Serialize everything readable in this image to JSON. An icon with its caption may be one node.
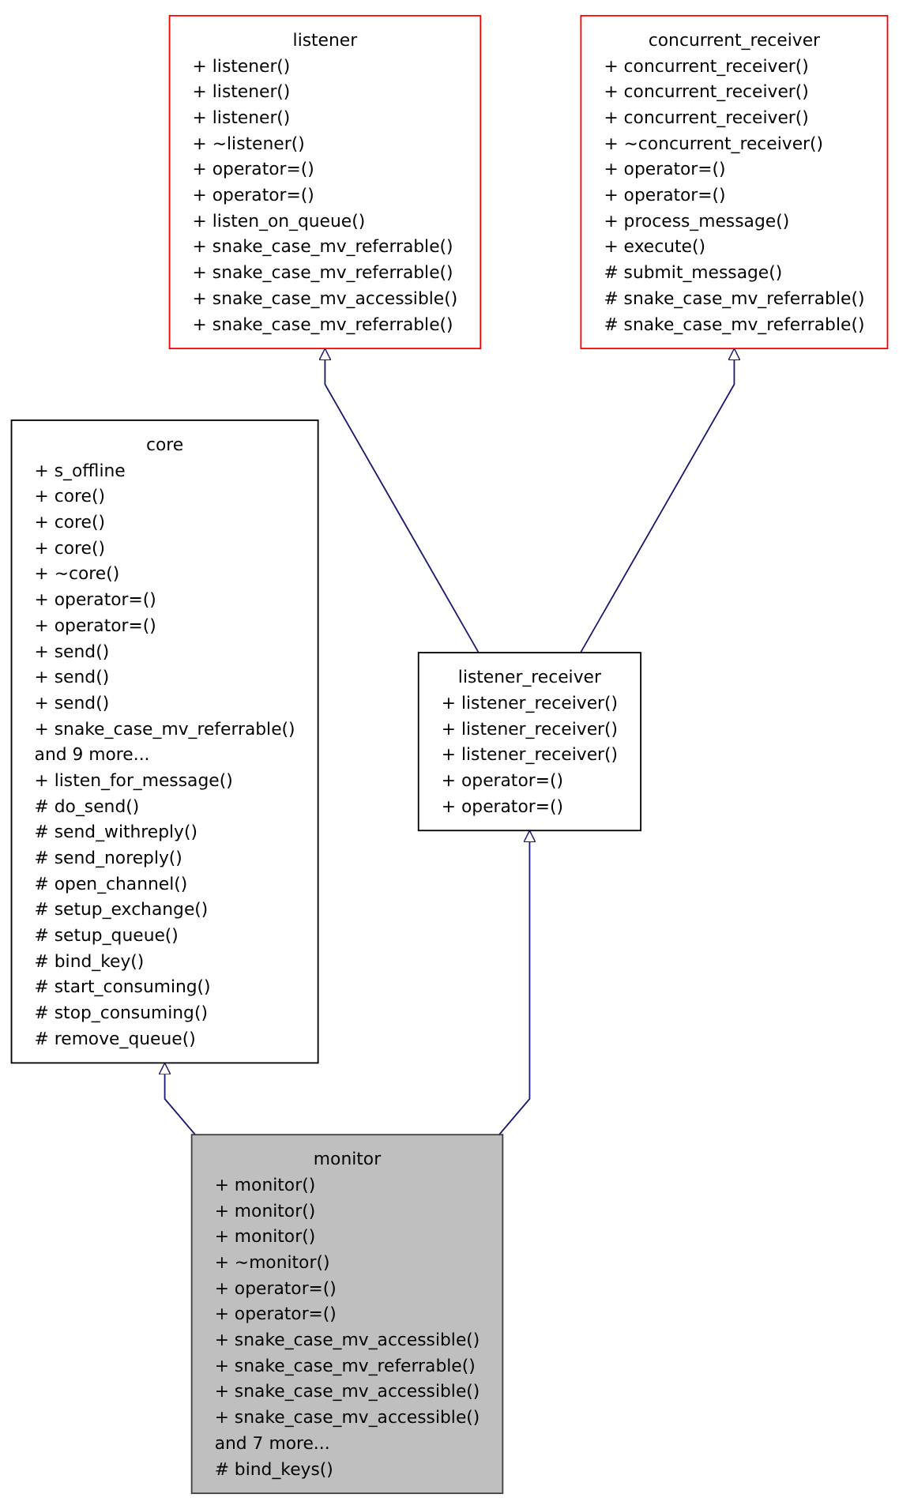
{
  "diagram": {
    "nodes": [
      {
        "text": [
          "listener",
          "+ listener()",
          "+ listener()",
          "+ listener()",
          "+ ~listener()",
          "+ operator=()",
          "+ operator=()",
          "+ listen_on_queue()",
          "+ snake_case_mv_referrable()",
          "+ snake_case_mv_referrable()",
          "+ snake_case_mv_accessible()",
          "+ snake_case_mv_referrable()"
        ]
      },
      {
        "text": [
          "concurrent_receiver",
          "+ concurrent_receiver()",
          "+ concurrent_receiver()",
          "+ concurrent_receiver()",
          "+ ~concurrent_receiver()",
          "+ operator=()",
          "+ operator=()",
          "+ process_message()",
          "+ execute()",
          "# submit_message()",
          "# snake_case_mv_referrable()",
          "# snake_case_mv_referrable()"
        ]
      },
      {
        "text": [
          "core",
          "+ s_offline",
          "+ core()",
          "+ core()",
          "+ core()",
          "+ ~core()",
          "+ operator=()",
          "+ operator=()",
          "+ send()",
          "+ send()",
          "+ send()",
          "+ snake_case_mv_referrable()",
          "and 9 more...",
          "+ listen_for_message()",
          "# do_send()",
          "# send_withreply()",
          "# send_noreply()",
          "# open_channel()",
          "# setup_exchange()",
          "# setup_queue()",
          "# bind_key()",
          "# start_consuming()",
          "# stop_consuming()",
          "# remove_queue()"
        ]
      },
      {
        "text": [
          "listener_receiver",
          "+ listener_receiver()",
          "+ listener_receiver()",
          "+ listener_receiver()",
          "+ operator=()",
          "+ operator=()"
        ]
      },
      {
        "text": [
          "monitor",
          "+ monitor()",
          "+ monitor()",
          "+ monitor()",
          "+ ~monitor()",
          "+ operator=()",
          "+ operator=()",
          "+ snake_case_mv_accessible()",
          "+ snake_case_mv_referrable()",
          "+ snake_case_mv_accessible()",
          "+ snake_case_mv_accessible()",
          "and 7 more...",
          "# bind_keys()"
        ]
      }
    ],
    "edges": [
      {
        "from": 3,
        "to": 0,
        "arrow": "to"
      },
      {
        "from": 3,
        "to": 1,
        "arrow": "to"
      },
      {
        "from": 4,
        "to": 2,
        "arrow": "to"
      },
      {
        "from": 4,
        "to": 3,
        "arrow": "to"
      }
    ]
  }
}
